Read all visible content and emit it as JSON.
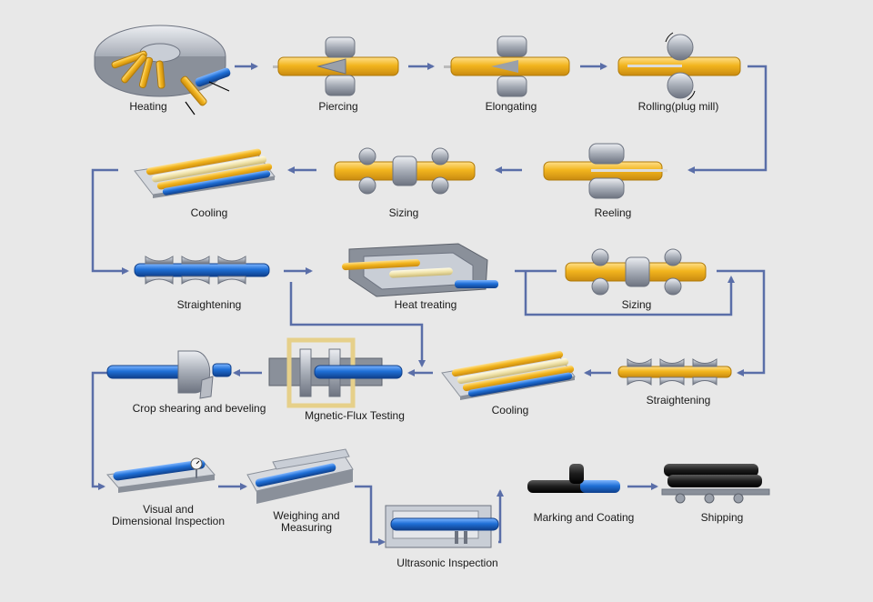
{
  "steps": {
    "heating": "Heating",
    "piercing": "Piercing",
    "elongating": "Elongating",
    "rolling": "Rolling(plug mill)",
    "reeling": "Reeling",
    "sizing_1": "Sizing",
    "cooling_1": "Cooling",
    "straightening_1": "Straightening",
    "heat_treating": "Heat treating",
    "sizing_2": "Sizing",
    "straightening_2": "Straightening",
    "cooling_2": "Cooling",
    "mf_testing": "Mgnetic-Flux Testing",
    "crop_shearing": "Crop shearing and beveling",
    "visual_line1": "Visual and",
    "visual_line2": "Dimensional Inspection",
    "weighing_line1": "Weighing and",
    "weighing_line2": "Measuring",
    "ultrasonic": "Ultrasonic Inspection",
    "marking": "Marking and Coating",
    "shipping": "Shipping"
  },
  "colors": {
    "background": "#e8e8e8",
    "flow_arrow": "#5a6ea8",
    "hot_tube": "#f2b51e",
    "cold_tube": "#1f6fd6",
    "cream_tube": "#efe2a8",
    "machine_gray": "#9aa0aa",
    "black_tube": "#1c1c1c"
  }
}
